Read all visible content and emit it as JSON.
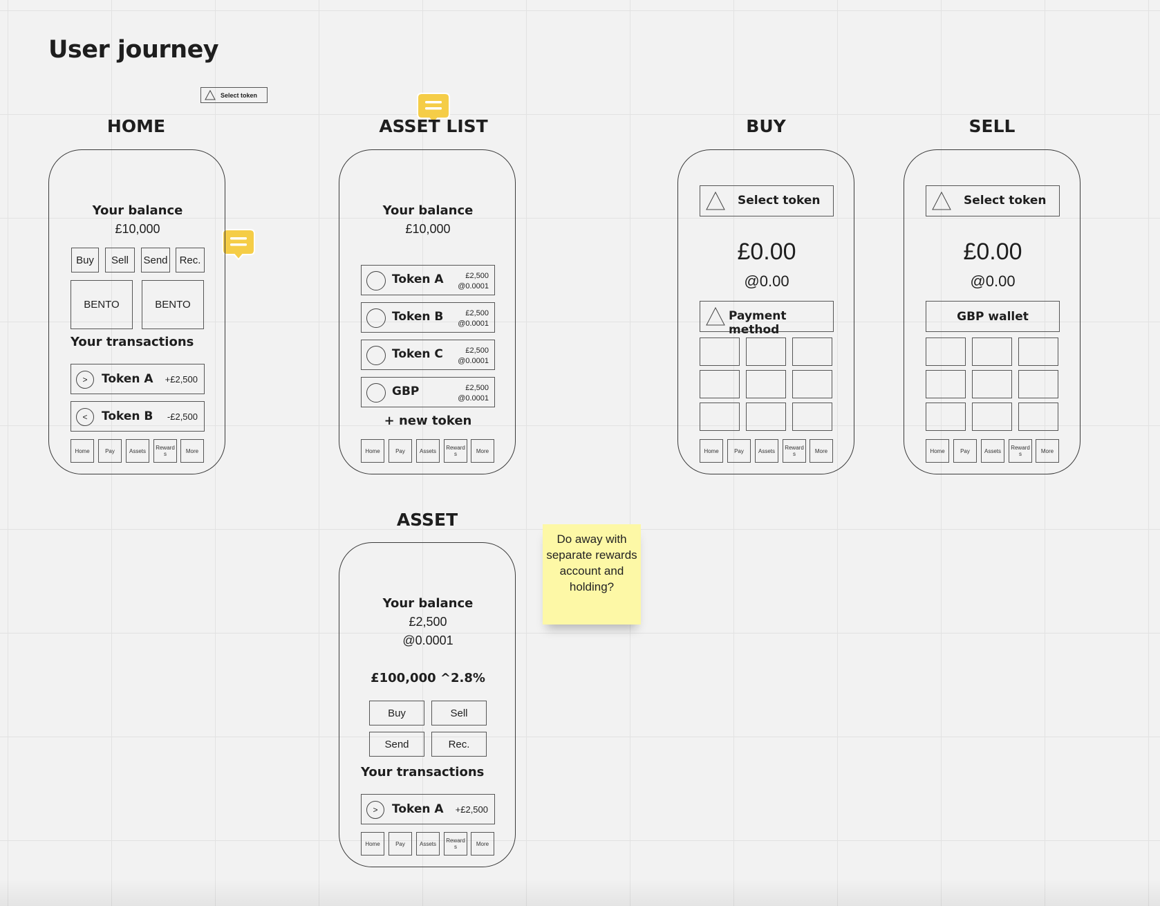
{
  "board": {
    "title": "User journey"
  },
  "floating_token": {
    "label": "Select token"
  },
  "sticky_note": {
    "text": "Do away with separate rewards account and holding?"
  },
  "nav_items": [
    "Home",
    "Pay",
    "Assets",
    "Reward s",
    "More"
  ],
  "home": {
    "title": "HOME",
    "balance_label": "Your balance",
    "balance_value": "£10,000",
    "actions": [
      "Buy",
      "Sell",
      "Send",
      "Rec."
    ],
    "bento": [
      "BENTO",
      "BENTO"
    ],
    "transactions_label": "Your transactions",
    "transactions": [
      {
        "icon": ">",
        "name": "Token A",
        "amount": "+£2,500"
      },
      {
        "icon": "<",
        "name": "Token B",
        "amount": "-£2,500"
      }
    ]
  },
  "asset_list": {
    "title": "ASSET LIST",
    "balance_label": "Your balance",
    "balance_value": "£10,000",
    "tokens": [
      {
        "name": "Token A",
        "value": "£2,500",
        "rate": "@0.0001"
      },
      {
        "name": "Token B",
        "value": "£2,500",
        "rate": "@0.0001"
      },
      {
        "name": "Token C",
        "value": "£2,500",
        "rate": "@0.0001"
      },
      {
        "name": "GBP",
        "value": "£2,500",
        "rate": "@0.0001"
      }
    ],
    "new_token": "+ new token"
  },
  "buy": {
    "title": "BUY",
    "select_token": "Select token",
    "amount": "£0.00",
    "rate": "@0.00",
    "payment": "Payment method"
  },
  "sell": {
    "title": "SELL",
    "select_token": "Select token",
    "amount": "£0.00",
    "rate": "@0.00",
    "wallet": "GBP wallet"
  },
  "asset": {
    "title": "ASSET",
    "balance_label": "Your balance",
    "balance_value": "£2,500",
    "rate": "@0.0001",
    "market": "£100,000 ^2.8%",
    "actions": [
      "Buy",
      "Sell",
      "Send",
      "Rec."
    ],
    "transactions_label": "Your transactions",
    "transactions": [
      {
        "icon": ">",
        "name": "Token A",
        "amount": "+£2,500"
      }
    ]
  },
  "colors": {
    "comment_icon": "#f5cd47",
    "sticky": "#fdf8a6",
    "canvas": "#f2f2f2",
    "grid": "#e2e2e2"
  }
}
